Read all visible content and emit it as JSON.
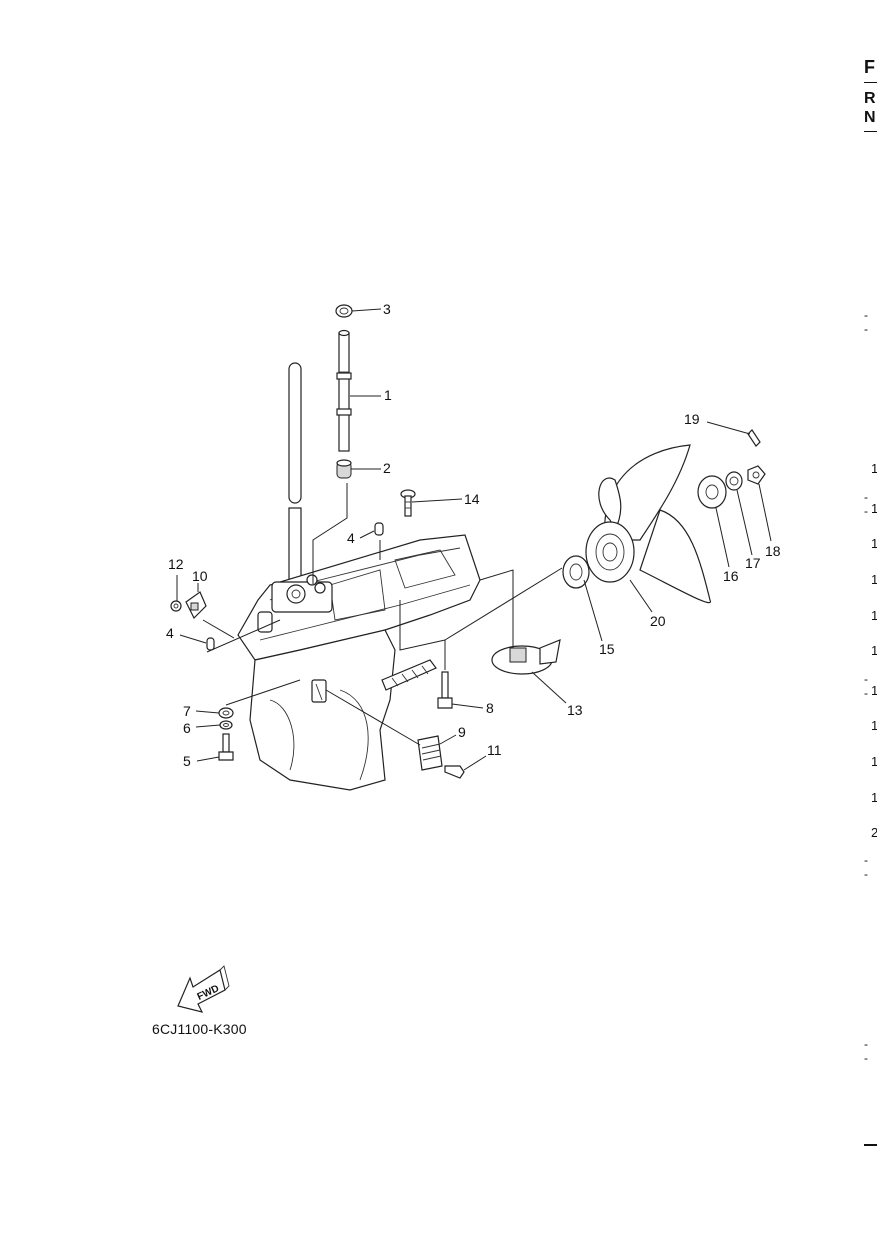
{
  "diagram": {
    "part_code": "6CJ1100-K300",
    "fwd_label": "FWD",
    "callouts": [
      {
        "id": "c3",
        "text": "3"
      },
      {
        "id": "c1",
        "text": "1"
      },
      {
        "id": "c2",
        "text": "2"
      },
      {
        "id": "c14",
        "text": "14"
      },
      {
        "id": "c4a",
        "text": "4"
      },
      {
        "id": "c12",
        "text": "12"
      },
      {
        "id": "c10",
        "text": "10"
      },
      {
        "id": "c4b",
        "text": "4"
      },
      {
        "id": "c7",
        "text": "7"
      },
      {
        "id": "c6",
        "text": "6"
      },
      {
        "id": "c5",
        "text": "5"
      },
      {
        "id": "c8",
        "text": "8"
      },
      {
        "id": "c9",
        "text": "9"
      },
      {
        "id": "c11",
        "text": "11"
      },
      {
        "id": "c13",
        "text": "13"
      },
      {
        "id": "c15",
        "text": "15"
      },
      {
        "id": "c20",
        "text": "20"
      },
      {
        "id": "c16",
        "text": "16"
      },
      {
        "id": "c17",
        "text": "17"
      },
      {
        "id": "c18",
        "text": "18"
      },
      {
        "id": "c19",
        "text": "19"
      }
    ]
  },
  "right_edge": {
    "letters": [
      "F",
      "R",
      "N"
    ],
    "numbers": [
      "1",
      "1",
      "1",
      "1",
      "1",
      "1",
      "1",
      "1",
      "1",
      "1",
      "2"
    ]
  }
}
